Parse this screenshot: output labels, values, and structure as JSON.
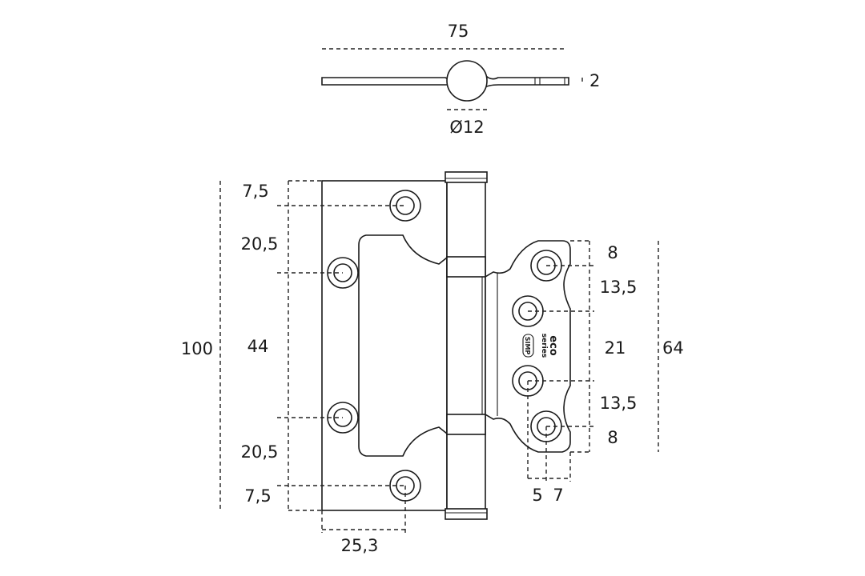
{
  "diagram": {
    "top_view": {
      "width_dim": "75",
      "thickness_dim": "2",
      "knuckle_diameter_dim": "Ø12"
    },
    "front_view": {
      "overall_height": "100",
      "outer_leaf": {
        "hole_offset_top": "7,5",
        "spacing_upper": "20,5",
        "spacing_middle": "44",
        "spacing_lower": "20,5",
        "hole_offset_bottom": "7,5",
        "hole_edge_distance": "25,3"
      },
      "inner_leaf": {
        "height": "64",
        "spacing_1": "8",
        "spacing_2": "13,5",
        "spacing_3": "21",
        "spacing_4": "13,5",
        "spacing_5": "8",
        "edge_dim_a": "5",
        "edge_dim_b": "7"
      },
      "logo": {
        "series_line_1": "eco",
        "series_line_2": "series",
        "brand": "SIMP"
      }
    }
  }
}
